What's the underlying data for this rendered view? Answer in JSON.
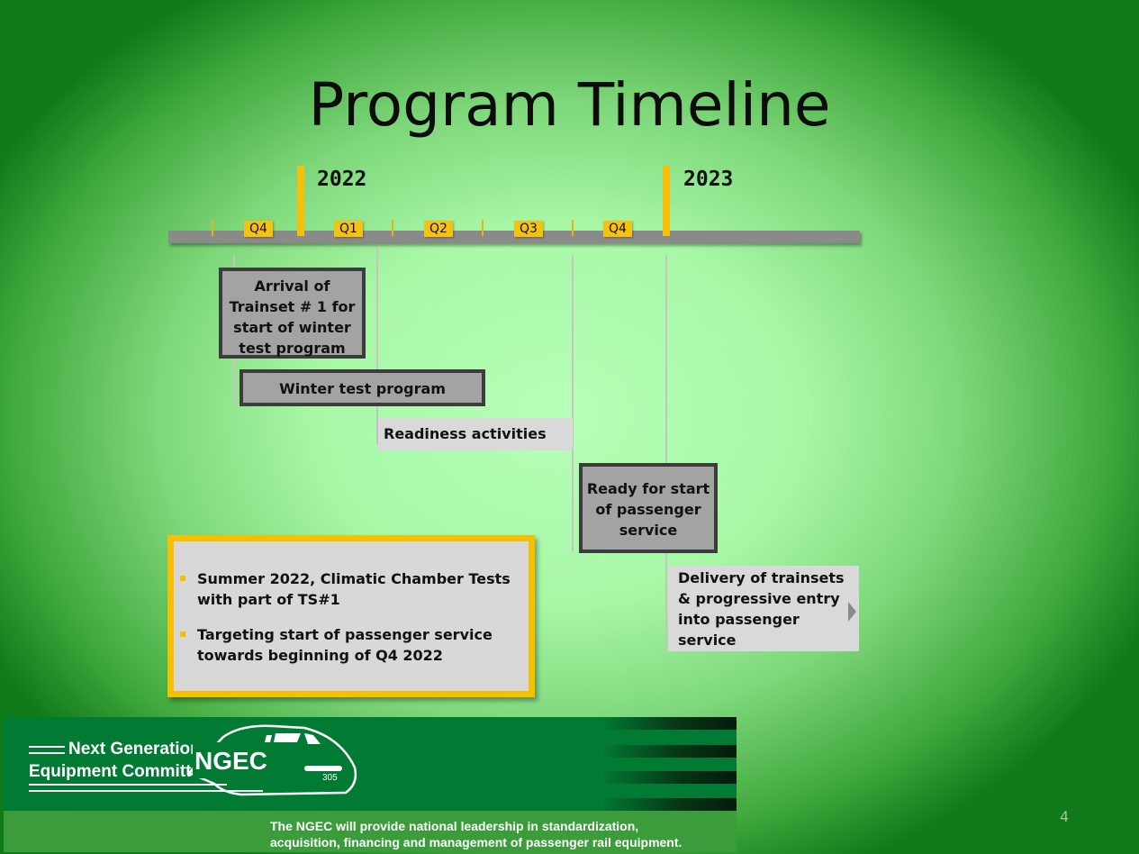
{
  "title": "Program Timeline",
  "timeline": {
    "years": [
      "2022",
      "2023"
    ],
    "quarters": [
      "Q4",
      "Q1",
      "Q2",
      "Q3",
      "Q4"
    ]
  },
  "milestones": {
    "arrival": "Arrival of Trainset # 1 for start of winter test program",
    "arrival_lines": [
      "Arrival of",
      "Trainset # 1 for",
      "start of winter",
      "test program"
    ],
    "winter_test": "Winter test program",
    "readiness": "Readiness activities",
    "ready_lines": [
      "Ready for start",
      "of passenger",
      "service"
    ],
    "delivery_lines": [
      "Delivery of trainsets",
      "& progressive entry",
      "into passenger",
      "service"
    ]
  },
  "notes": [
    "Summer 2022, Climatic Chamber Tests with part of TS#1",
    "Targeting start of passenger service towards beginning of Q4 2022"
  ],
  "footer": {
    "logo_line1": "Next Generation",
    "logo_line2": "Equipment Committee",
    "logo_abbr": "NGEC",
    "train_number": "305",
    "tagline_line1": "The NGEC will provide national leadership in standardization,",
    "tagline_line2": "acquisition, financing and management of passenger rail equipment."
  },
  "page_number": "4",
  "colors": {
    "accent": "#f5c000",
    "footer_green": "#017a34",
    "box_gray": "#a3a3a3",
    "border_dark": "#3c3c3c"
  }
}
